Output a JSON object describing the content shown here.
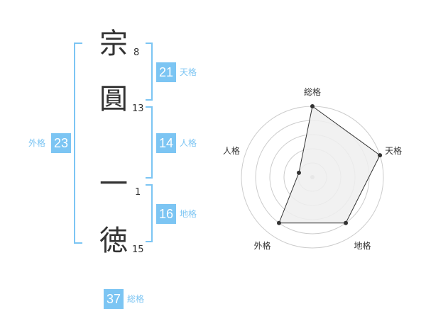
{
  "name_chars": [
    {
      "char": "宗",
      "strokes": "8"
    },
    {
      "char": "圓",
      "strokes": "13"
    },
    {
      "char": "一",
      "strokes": "1"
    },
    {
      "char": "徳",
      "strokes": "15"
    }
  ],
  "scores": {
    "tenkaku": {
      "value": "21",
      "label": "天格"
    },
    "jinkaku": {
      "value": "14",
      "label": "人格"
    },
    "chikaku": {
      "value": "16",
      "label": "地格"
    },
    "gaikaku": {
      "value": "23",
      "label": "外格"
    },
    "soukaku": {
      "value": "37",
      "label": "総格"
    }
  },
  "chart_data": {
    "type": "radar",
    "axes": [
      "総格",
      "天格",
      "地格",
      "外格",
      "人格"
    ],
    "values": [
      5,
      5,
      4,
      4,
      1
    ],
    "max": 5,
    "rings": 5,
    "grid": true,
    "fill_color": "#efefef",
    "line_color": "#333333",
    "ring_color": "#cccccc"
  },
  "colors": {
    "accent": "#7cc5f3",
    "text": "#333333"
  }
}
